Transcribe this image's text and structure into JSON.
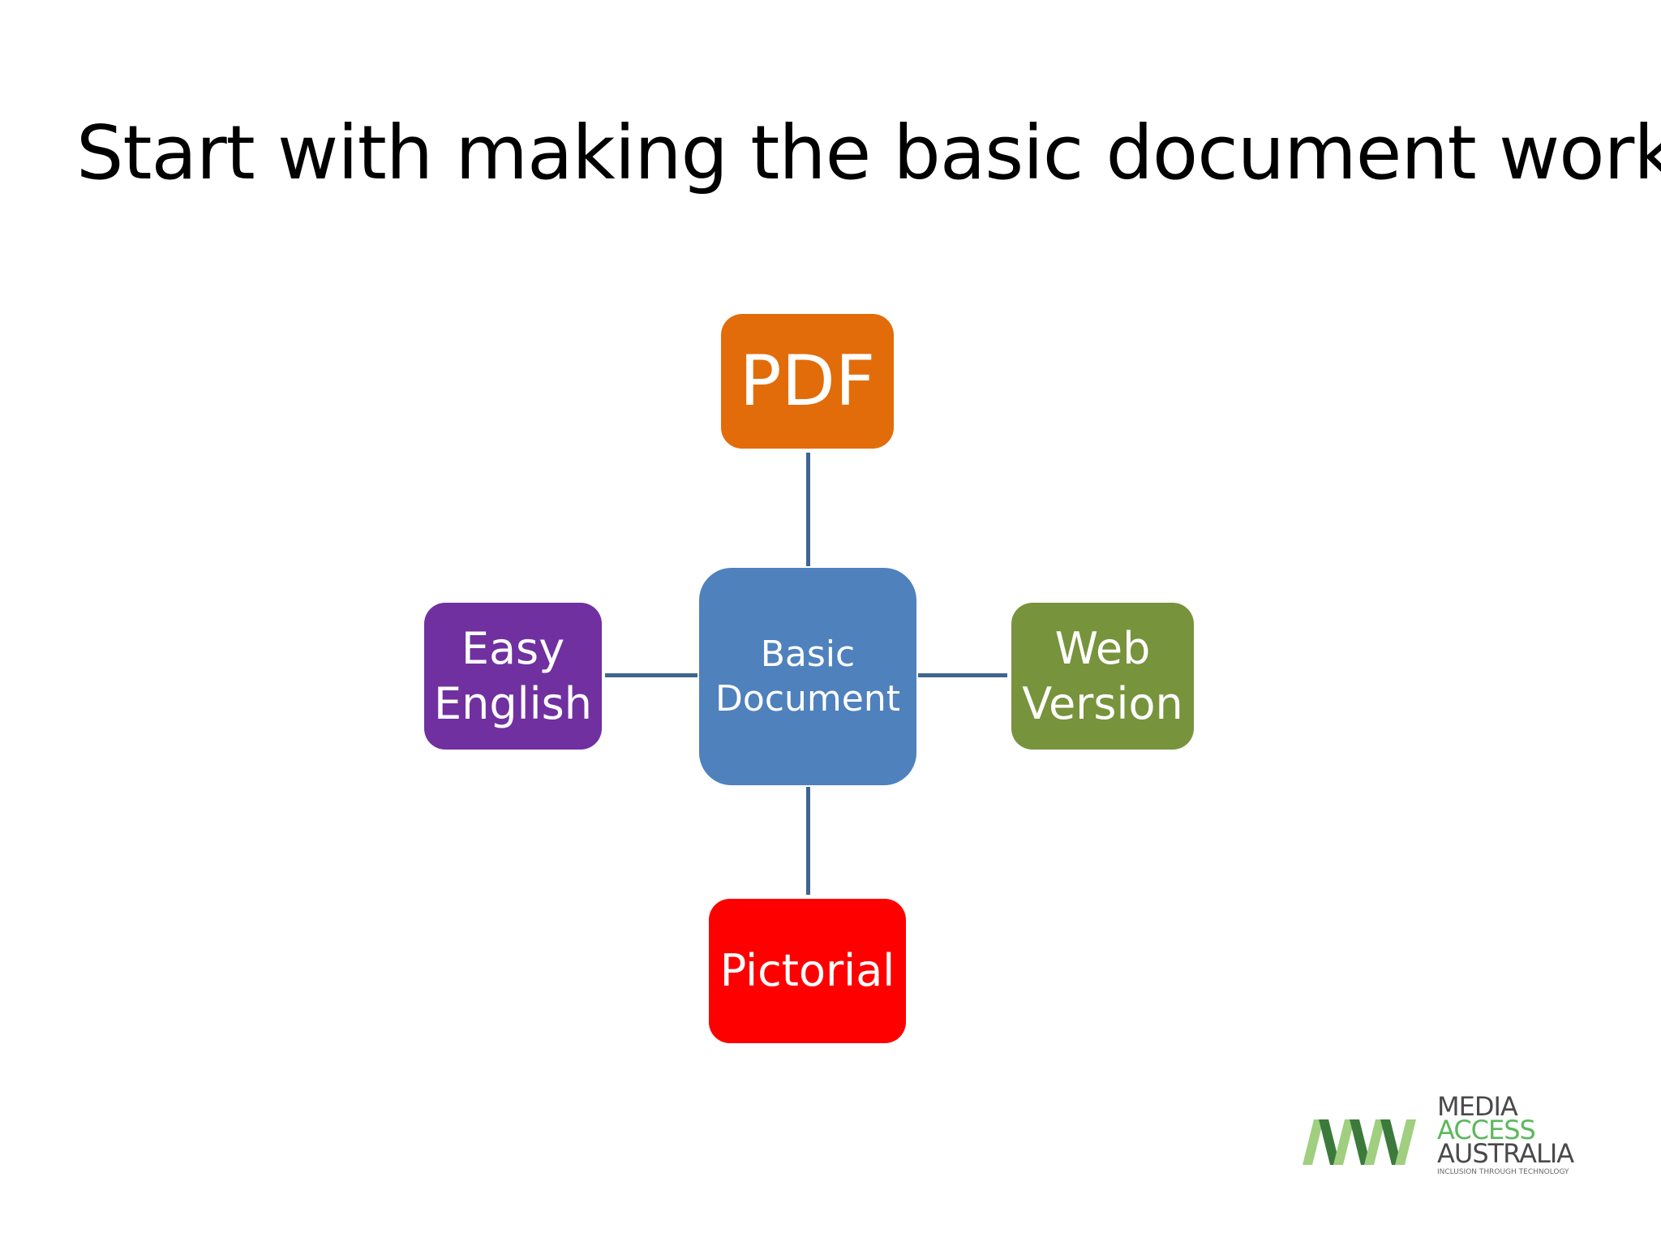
{
  "slide": {
    "title": "Start with making the basic document work"
  },
  "diagram": {
    "center": {
      "label": "Basic\nDocument",
      "color": "#4f81bd"
    },
    "nodes": [
      {
        "id": "top",
        "label": "PDF",
        "color": "#e36c0a"
      },
      {
        "id": "left",
        "label": "Easy\nEnglish",
        "color": "#7030a0"
      },
      {
        "id": "right",
        "label": "Web\nVersion",
        "color": "#77933c"
      },
      {
        "id": "bottom",
        "label": "Pictorial",
        "color": "#ff0000"
      }
    ],
    "connector_color": "#3f6590"
  },
  "logo": {
    "line1": "MEDIA",
    "line2": "ACCESS",
    "line3": "AUSTRALIA",
    "tagline": "INCLUSION THROUGH TECHNOLOGY",
    "colors": {
      "dark_text": "#4a4a4a",
      "green": "#5cb85c",
      "mark_dark": "#3c7a3c",
      "mark_light": "#9fcf7f"
    }
  }
}
